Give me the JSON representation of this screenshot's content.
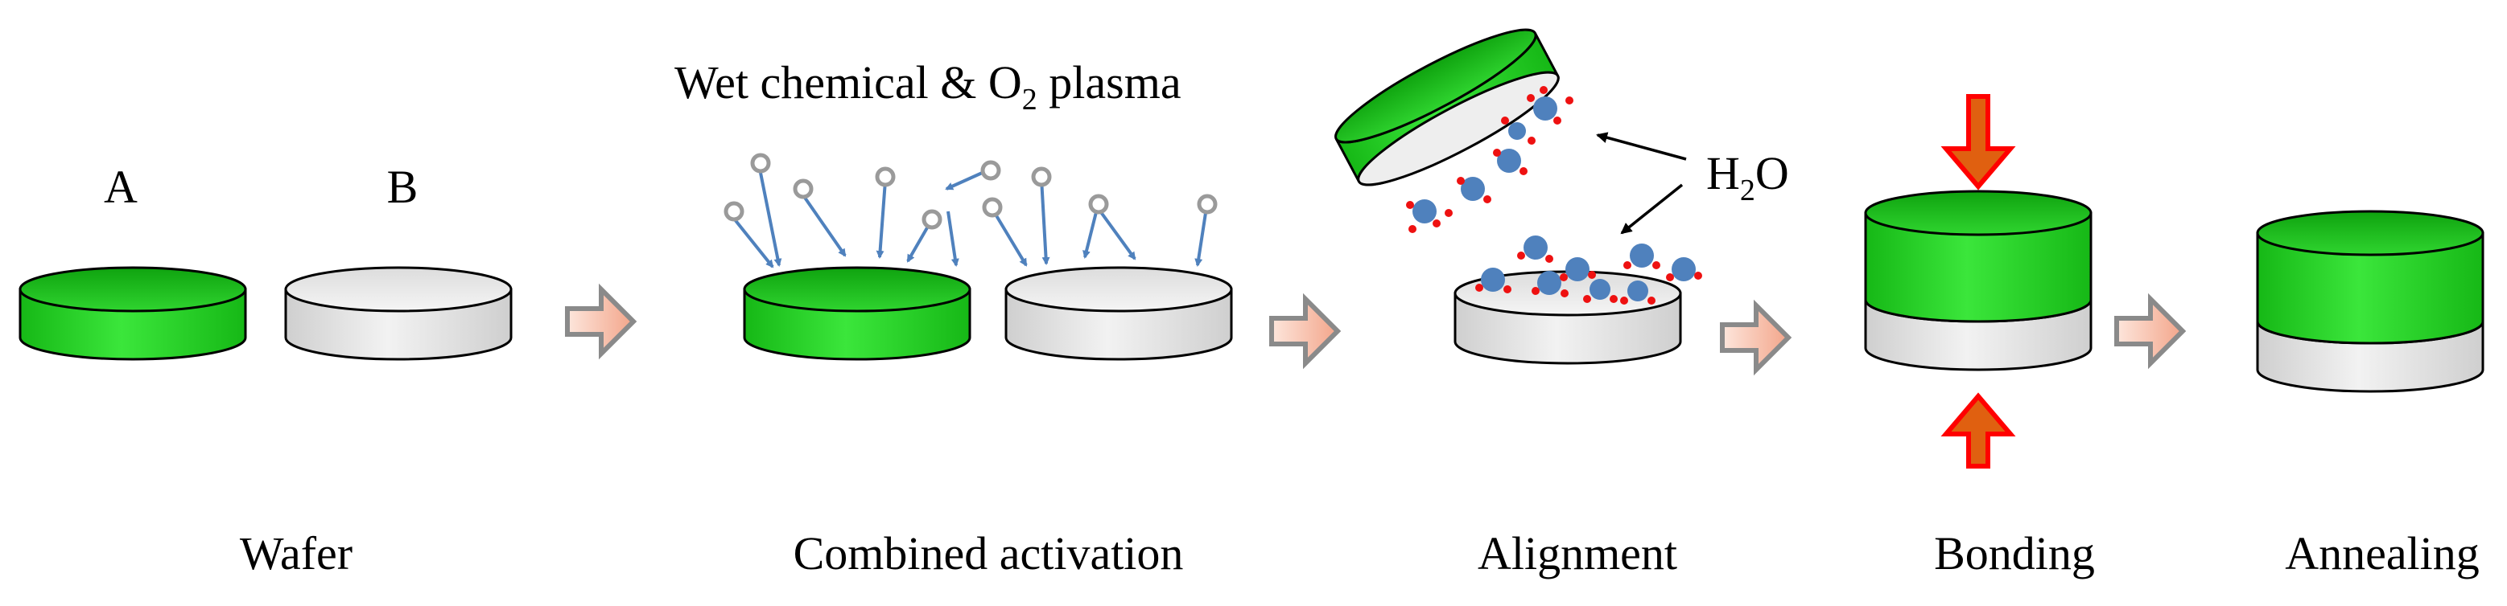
{
  "labels": {
    "wafer_a": "A",
    "wafer_b": "B",
    "activation_title_prefix": "Wet chemical  & O",
    "activation_title_sub": "2",
    "activation_title_suffix": " plasma",
    "water_prefix": "H",
    "water_sub": "2",
    "water_suffix": "O"
  },
  "steps": [
    "Wafer",
    "Combined activation",
    "Alignment",
    "Bonding",
    "Annealing"
  ],
  "colors": {
    "wafer_green": "#22cc22",
    "wafer_gray": "#d9d9d9",
    "arrow_fill": "#f4b6a0",
    "arrow_stroke": "#8a8a8a",
    "press_fill": "#e06010",
    "press_stroke": "#ff0000",
    "molecule_blue": "#4f81bd",
    "molecule_red": "#ee1111",
    "radical_ring": "#9a9a9a",
    "radical_arrow": "#4f81bd"
  }
}
